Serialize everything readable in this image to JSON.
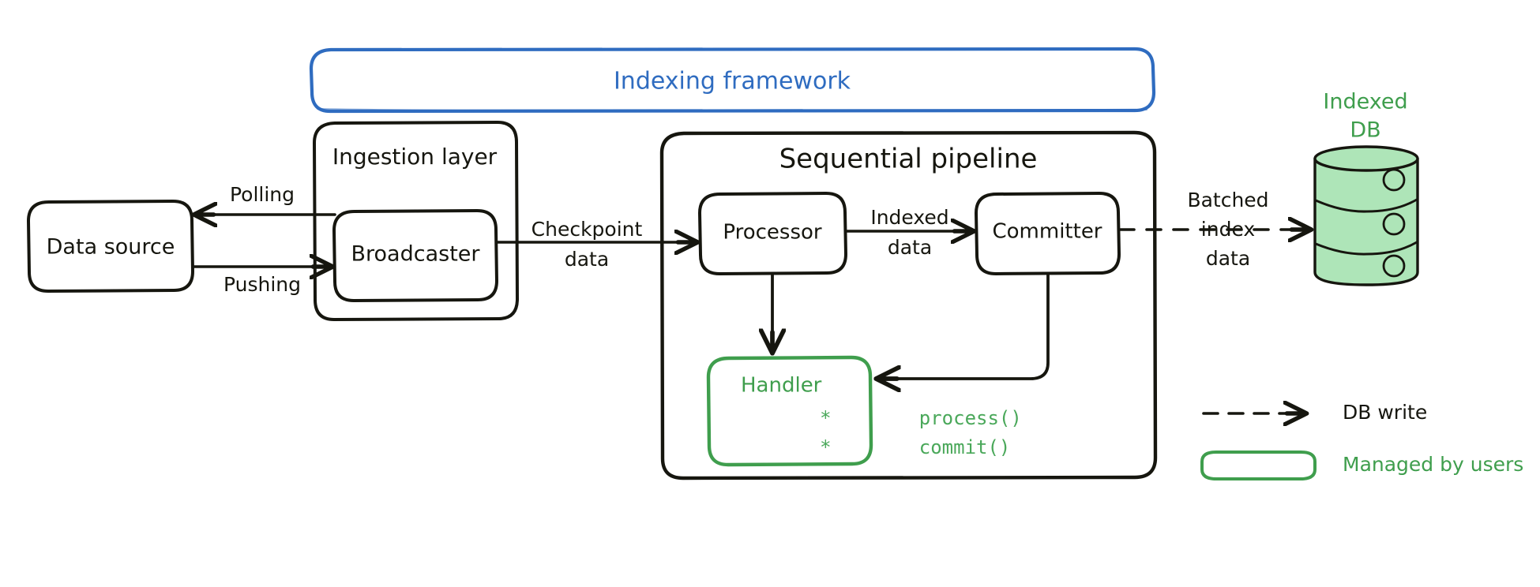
{
  "diagram": {
    "title_banner": {
      "label": "Indexing framework",
      "color": "#2f6cc0"
    },
    "groups": [
      {
        "id": "ingestion-layer",
        "label": "Ingestion layer",
        "color": "#16160f"
      },
      {
        "id": "sequential-pipeline",
        "label": "Sequential pipeline",
        "color": "#16160f"
      }
    ],
    "nodes": [
      {
        "id": "data-source",
        "label": "Data source",
        "color": "#16160f"
      },
      {
        "id": "broadcaster",
        "label": "Broadcaster",
        "color": "#16160f"
      },
      {
        "id": "processor",
        "label": "Processor",
        "color": "#16160f"
      },
      {
        "id": "committer",
        "label": "Committer",
        "color": "#16160f"
      },
      {
        "id": "handler",
        "label": "Handler",
        "color": "#3f9e4d"
      }
    ],
    "handler_methods": [
      {
        "bullet": "*",
        "name": "process()"
      },
      {
        "bullet": "*",
        "name": "commit()"
      }
    ],
    "database": {
      "label_line1": "Indexed",
      "label_line2": "DB",
      "fill": "#aee5b8",
      "stroke": "#16160f",
      "label_color": "#3f9e4d"
    },
    "edges": [
      {
        "id": "polling",
        "label": "Polling",
        "from": "broadcaster",
        "to": "data-source",
        "style": "solid"
      },
      {
        "id": "pushing",
        "label": "Pushing",
        "from": "data-source",
        "to": "broadcaster",
        "style": "solid"
      },
      {
        "id": "checkpoint-data",
        "label_line1": "Checkpoint",
        "label_line2": "data",
        "from": "broadcaster",
        "to": "processor",
        "style": "solid"
      },
      {
        "id": "indexed-data",
        "label_line1": "Indexed",
        "label_line2": "data",
        "from": "processor",
        "to": "committer",
        "style": "solid"
      },
      {
        "id": "batched-index-data",
        "label_line1": "Batched",
        "label_line2": "index",
        "label_line3": "data",
        "from": "committer",
        "to": "indexed-db",
        "style": "dashed"
      },
      {
        "id": "processor-to-handler",
        "label": "",
        "from": "processor",
        "to": "handler",
        "style": "solid"
      },
      {
        "id": "committer-to-handler",
        "label": "",
        "from": "committer",
        "to": "handler",
        "style": "solid"
      }
    ],
    "legend": {
      "items": [
        {
          "id": "db-write",
          "label": "DB write",
          "swatch": "dashed-arrow",
          "color": "#16160f"
        },
        {
          "id": "managed-by-users",
          "label": "Managed by users",
          "swatch": "green-rounded-box",
          "color": "#3f9e4d"
        }
      ]
    }
  }
}
